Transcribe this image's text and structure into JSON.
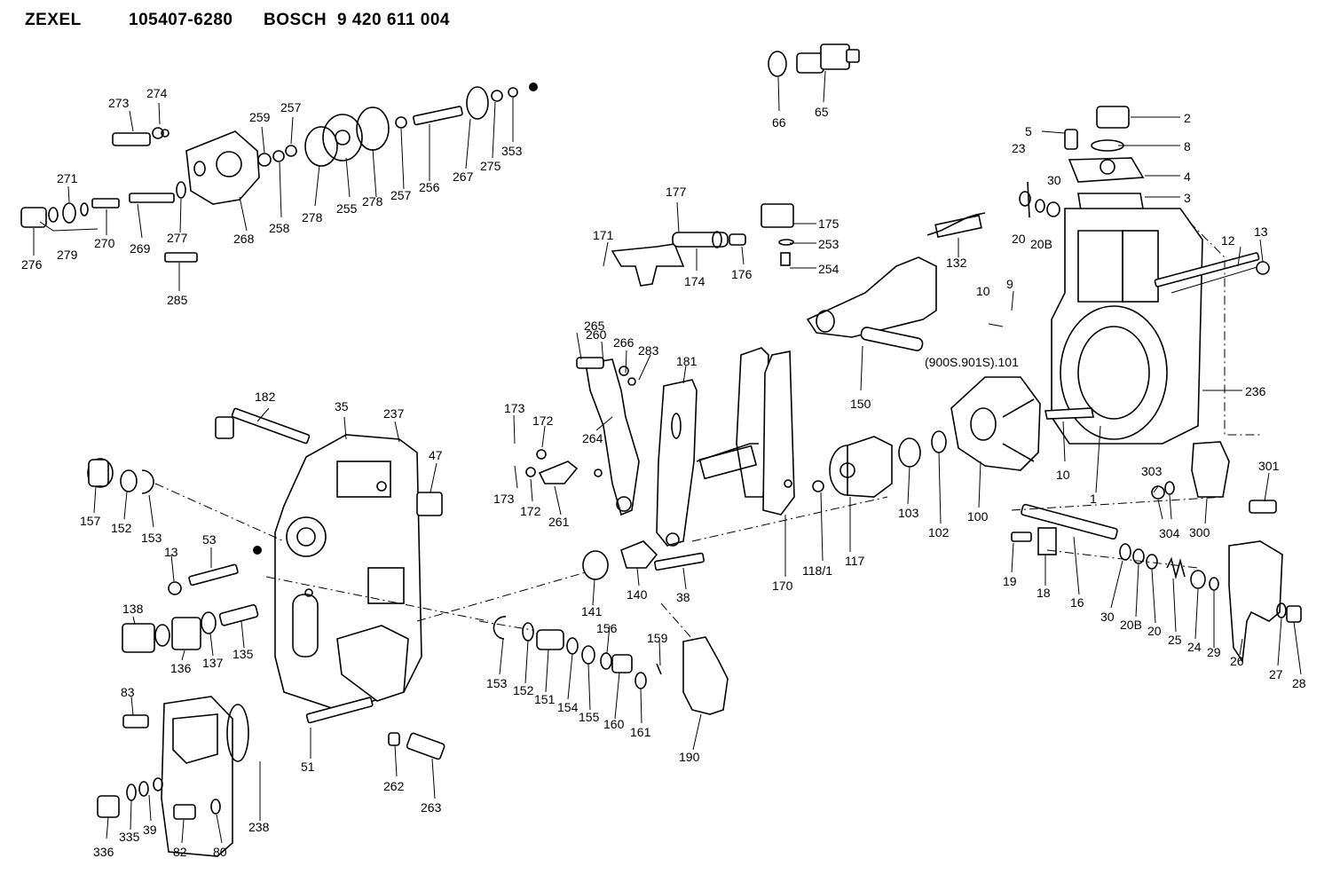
{
  "header": {
    "brand1": "ZEXEL",
    "part_number": "105407-6280",
    "brand2": "BOSCH",
    "bosch_number": "9 420 611 004"
  },
  "labels": [
    "273",
    "274",
    "259",
    "257",
    "353",
    "271",
    "279",
    "270",
    "269",
    "277",
    "268",
    "258",
    "278",
    "255",
    "278",
    "257",
    "256",
    "267",
    "275",
    "276",
    "285",
    "66",
    "65",
    "2",
    "5",
    "8",
    "23",
    "4",
    "3",
    "30",
    "20",
    "20B",
    "13",
    "12",
    "177",
    "171",
    "175",
    "253",
    "254",
    "174",
    "176",
    "132",
    "10",
    "9",
    "(900S.901S).101",
    "236",
    "265",
    "260",
    "266",
    "283",
    "181",
    "150",
    "173",
    "172",
    "182",
    "35",
    "237",
    "47",
    "173",
    "172",
    "261",
    "264",
    "10",
    "1",
    "301",
    "157",
    "152",
    "153",
    "53",
    "13",
    "103",
    "102",
    "100",
    "303",
    "304",
    "300",
    "117",
    "118/1",
    "170",
    "141",
    "140",
    "38",
    "19",
    "18",
    "16",
    "30",
    "20B",
    "20",
    "25",
    "24",
    "29",
    "26",
    "138",
    "136",
    "137",
    "135",
    "153",
    "152",
    "151",
    "154",
    "155",
    "156",
    "160",
    "161",
    "159",
    "190",
    "27",
    "28",
    "83",
    "51",
    "262",
    "263",
    "238",
    "336",
    "335",
    "39",
    "82",
    "80"
  ]
}
